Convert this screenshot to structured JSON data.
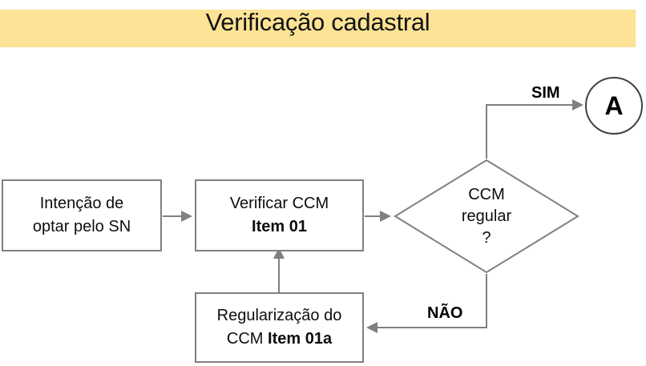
{
  "title": {
    "text": "Verificação cadastral",
    "band_color": "#FCE395"
  },
  "colors": {
    "node_border": "#808080",
    "connector_border": "#404040",
    "arrow": "#808080",
    "text": "#0d0d0d"
  },
  "nodes": {
    "start": {
      "id": "intencao",
      "shape": "rectangle",
      "line1": "Intenção de",
      "line2": "optar pelo SN"
    },
    "process_verify": {
      "id": "verificar-ccm",
      "shape": "rectangle",
      "line1": "Verificar CCM",
      "line2": "Item 01"
    },
    "decision": {
      "id": "ccm-regular",
      "shape": "diamond",
      "line1": "CCM",
      "line2": "regular",
      "line3": "?"
    },
    "process_regularize": {
      "id": "regularizacao-ccm",
      "shape": "rectangle",
      "line1": "Regularização do",
      "line2_normal": "CCM ",
      "line2_bold": "Item 01a"
    },
    "connector": {
      "id": "connector-a",
      "shape": "circle",
      "label": "A"
    }
  },
  "edges": {
    "yes_label": "SIM",
    "no_label": "NÃO"
  }
}
